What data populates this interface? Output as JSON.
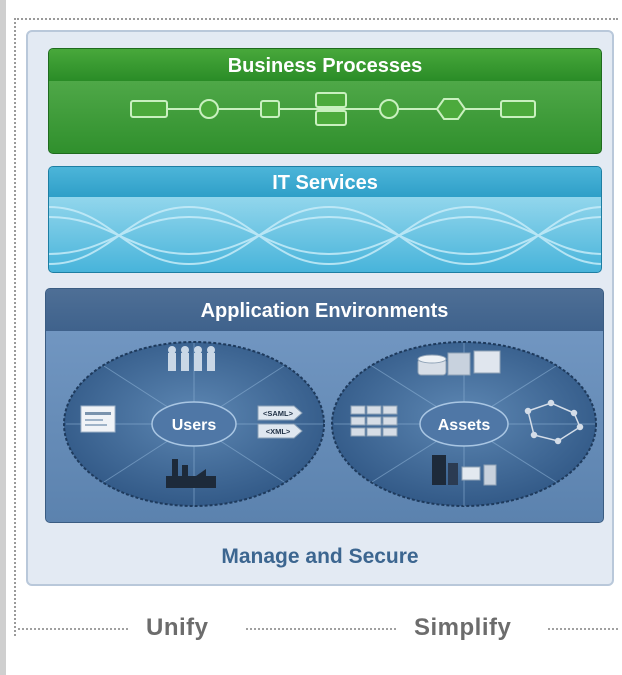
{
  "layers": {
    "business_processes": "Business Processes",
    "it_services": "IT Services",
    "application_environments": "Application Environments"
  },
  "ellipses": {
    "users": "Users",
    "assets": "Assets"
  },
  "tags": {
    "saml": "<SAML>",
    "xml": "<XML>"
  },
  "manage_and_secure": "Manage and Secure",
  "footer": {
    "unify": "Unify",
    "simplify": "Simplify"
  },
  "colors": {
    "business_green": "#2d8a2a",
    "it_blue": "#2b9cc5",
    "app_blue": "#5a7fa8",
    "label_blue": "#3c6690"
  },
  "icons": [
    "process-flow-icon",
    "dna-helix-icon",
    "people-icon",
    "form-icon",
    "factory-icon",
    "database-icon",
    "server-icon",
    "network-icon",
    "workstation-icon"
  ]
}
